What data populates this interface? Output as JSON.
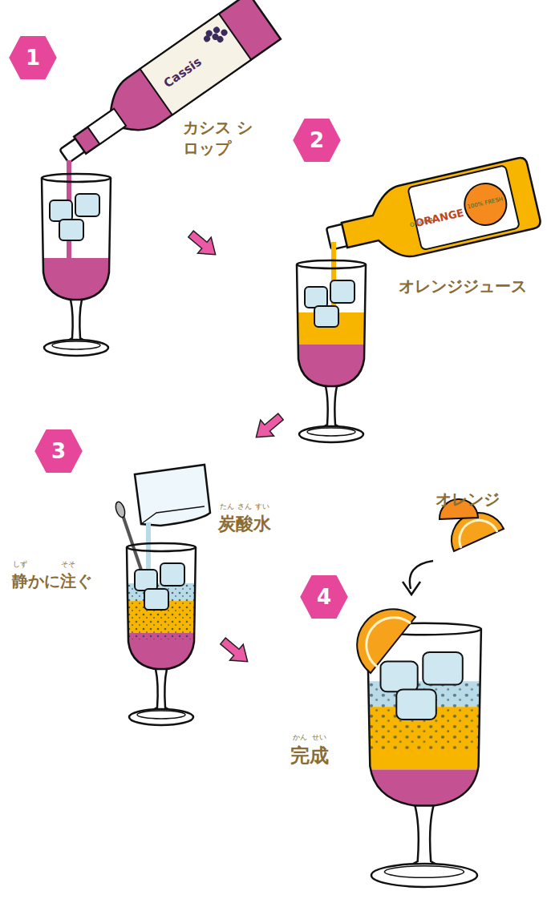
{
  "diagram": {
    "nodes": [
      {
        "text": [
          "1"
        ]
      },
      {
        "text": [
          "2"
        ]
      },
      {
        "text": [
          "3"
        ]
      },
      {
        "text": [
          "4"
        ]
      }
    ],
    "labels": [
      "カシス シロップ",
      "オレンジジュース",
      "たん",
      "さん",
      "すい",
      "炭酸水",
      "しず",
      "そそ",
      "静かに注ぐ",
      "オレンジ",
      "かん",
      "せい",
      "完成",
      "Cassis",
      "ORIGINAL",
      "ORANGE",
      "100% FRESH"
    ]
  }
}
